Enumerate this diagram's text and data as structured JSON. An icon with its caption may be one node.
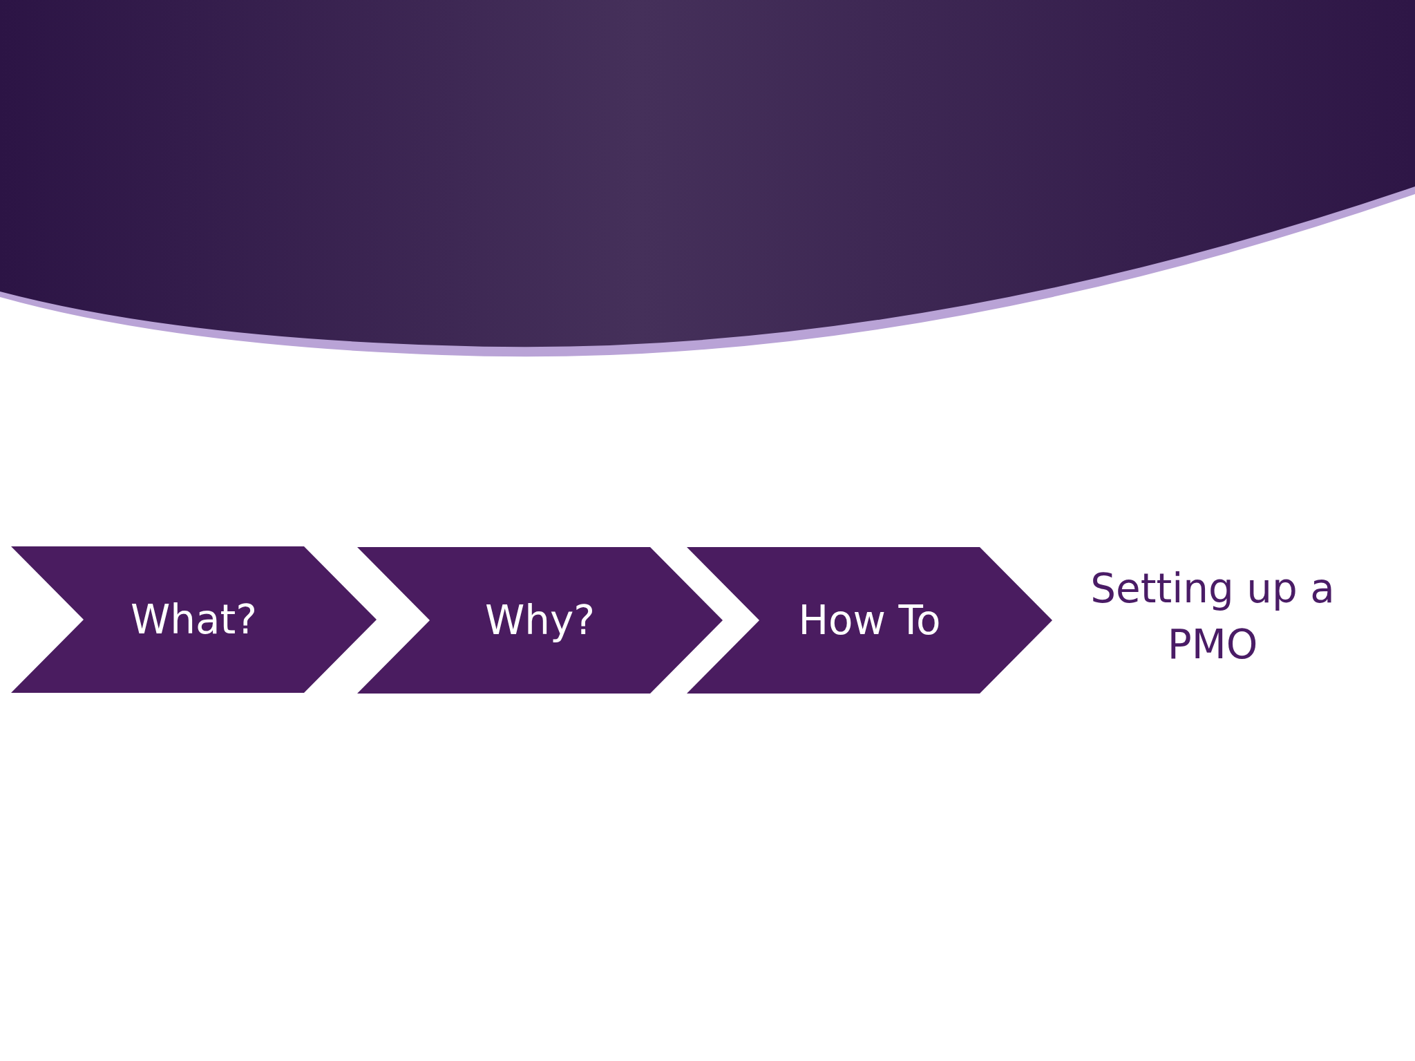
{
  "diagram": {
    "nodes": [
      {
        "text": [
          "What?"
        ]
      },
      {
        "text": [
          "Why?"
        ]
      },
      {
        "text": [
          "How To"
        ]
      }
    ],
    "labels": [
      "Setting up a PMO"
    ]
  }
}
